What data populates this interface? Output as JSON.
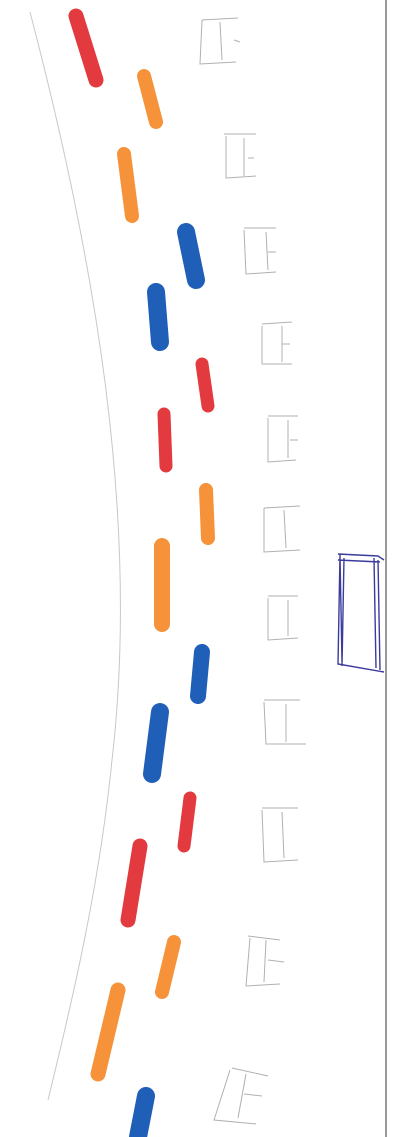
{
  "sketch": {
    "colors": {
      "paper": "#ffffff",
      "pencil": "#b0b0b0",
      "curve": "#c8c8c8",
      "divider": "#555555",
      "red": "#e23a3f",
      "orange": "#f5923a",
      "blue": "#1f5fb8",
      "ink_blue": "#3b3b9c"
    },
    "marker_sequence": [
      "red",
      "orange",
      "orange",
      "blue",
      "blue",
      "red",
      "red",
      "orange",
      "orange",
      "blue",
      "blue",
      "red",
      "red",
      "orange",
      "orange",
      "blue"
    ],
    "pencil_box_count": 11,
    "ink_box_count": 1
  }
}
